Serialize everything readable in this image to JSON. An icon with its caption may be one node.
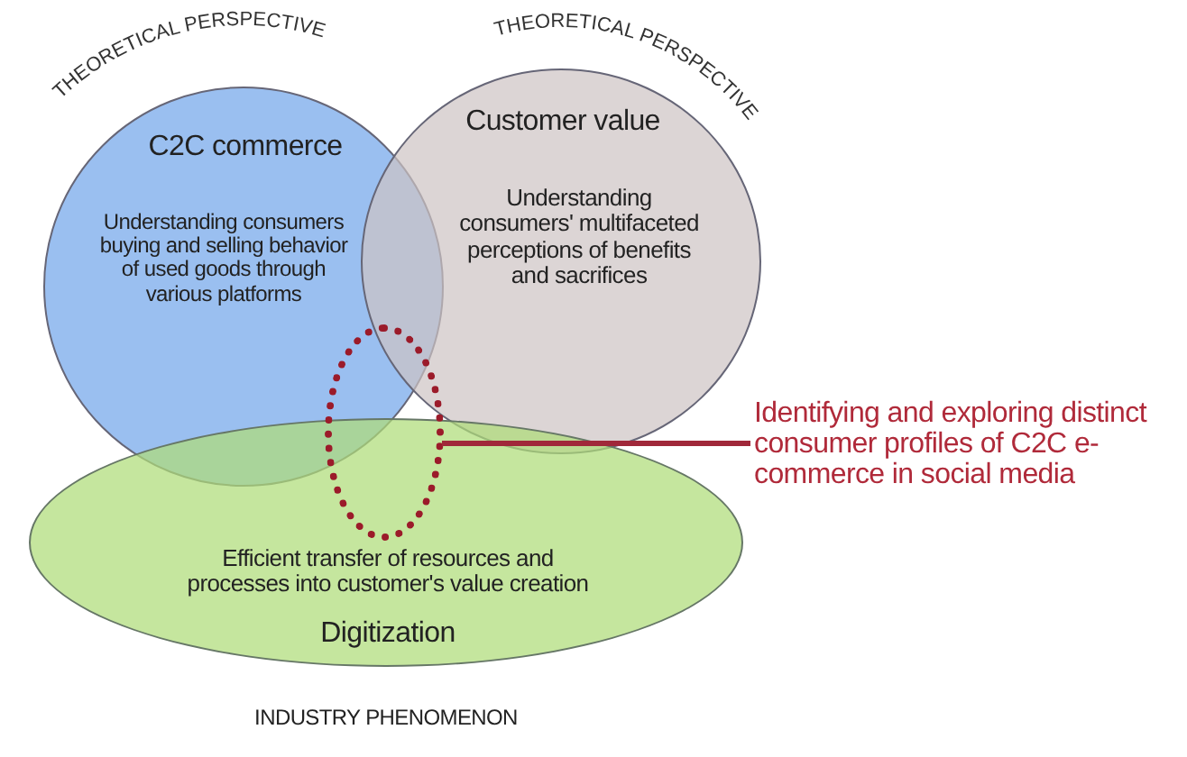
{
  "diagram": {
    "nodes": [
      {
        "text": [
          "C2C commerce",
          "Understanding consumers buying and selling behavior of used goods through various platforms"
        ],
        "beside": [
          "THEORETICAL PERSPECTIVE"
        ]
      },
      {
        "text": [
          "Customer value",
          "Understanding consumers' multifaceted perceptions of benefits and sacrifices"
        ],
        "beside": [
          "THEORETICAL PERSPECTIVE"
        ]
      },
      {
        "text": [
          "Efficient transfer of resources and processes into customer's value creation",
          "Digitization"
        ],
        "beside": [
          "INDUSTRY PHENOMENON"
        ]
      },
      {
        "text": [],
        "shape": "circle"
      },
      {
        "text": [
          "Identifying and exploring distinct consumer profiles of C2C e-commerce in social media"
        ]
      }
    ],
    "edges": [
      {
        "from": 3,
        "to": 4,
        "arrow": "none"
      }
    ]
  }
}
